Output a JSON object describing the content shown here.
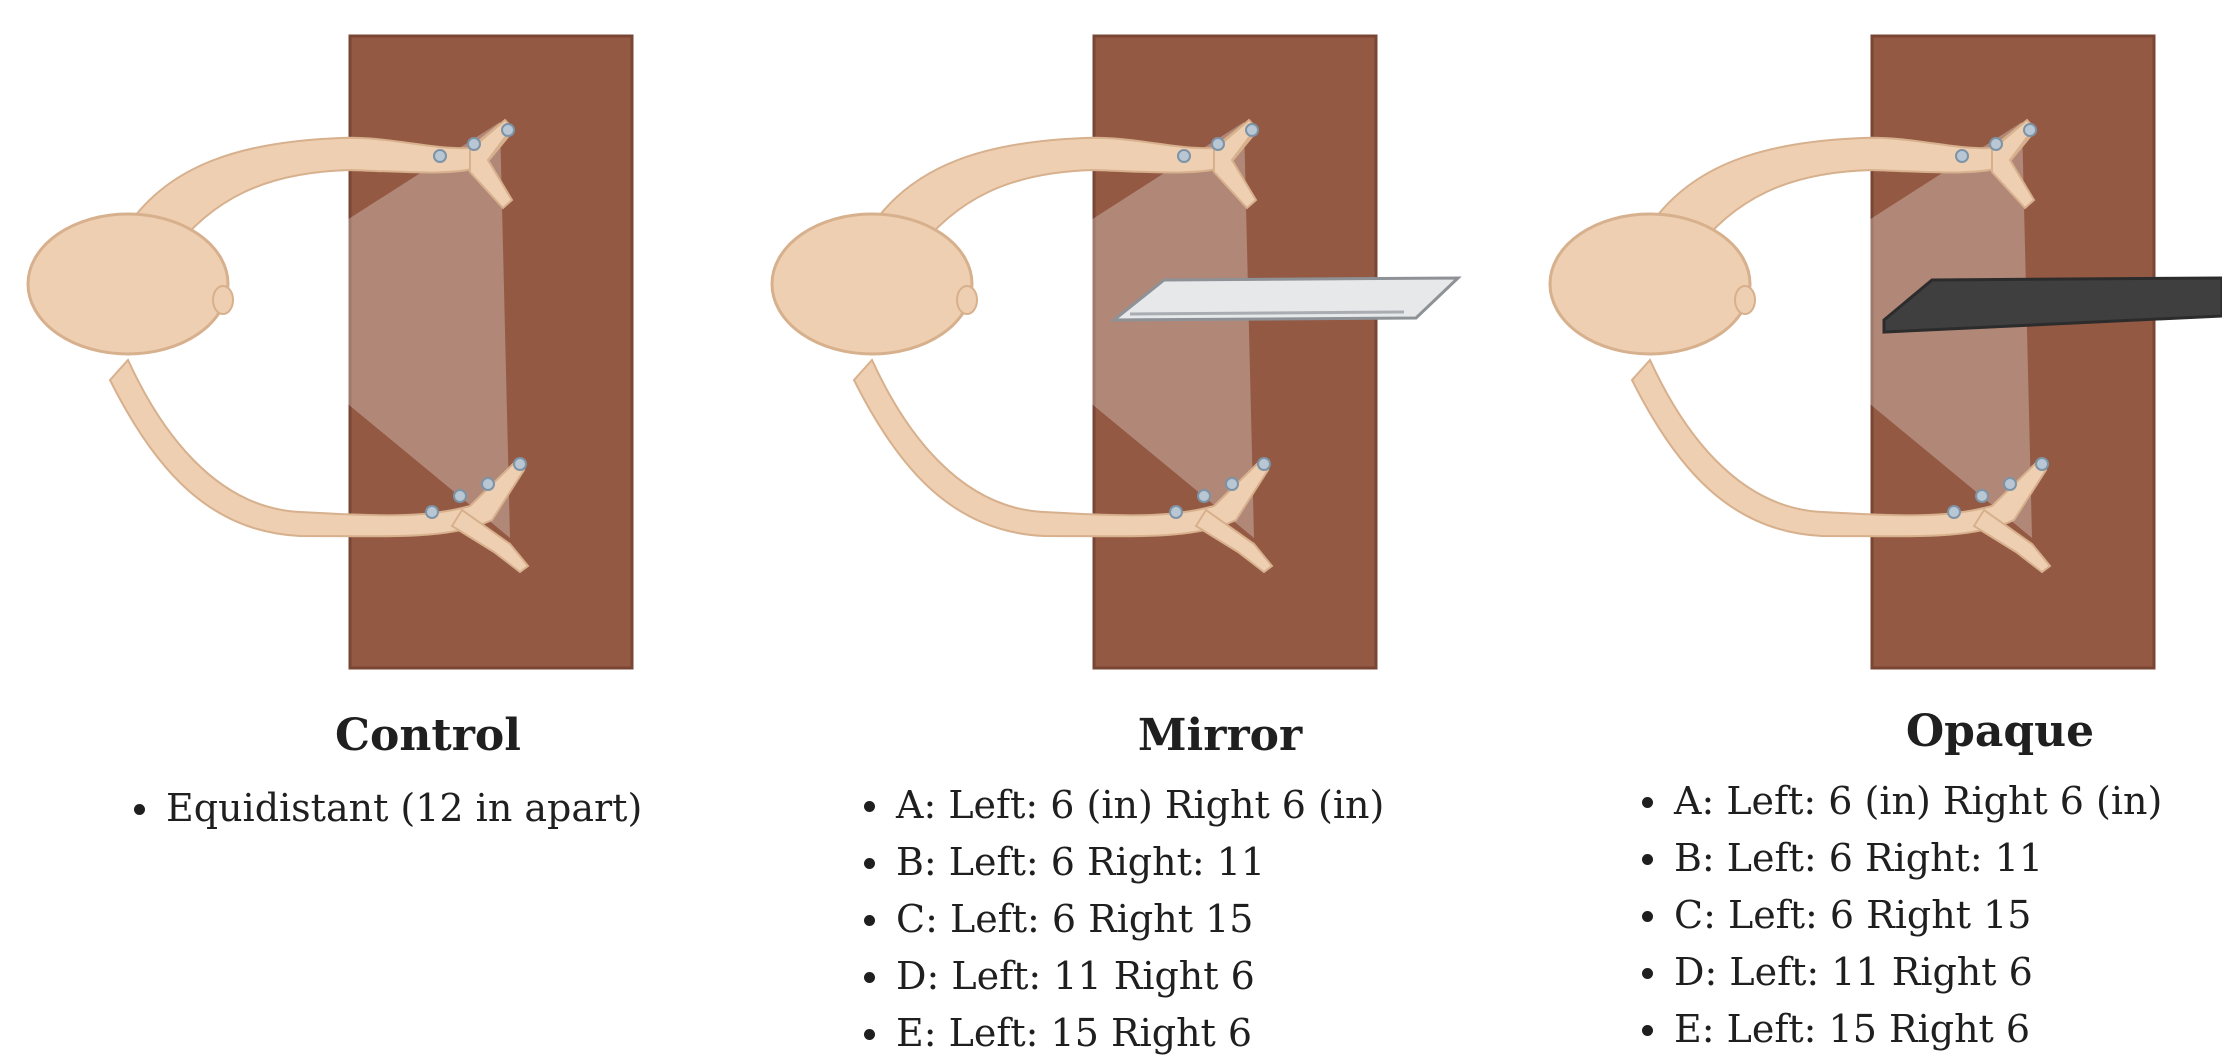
{
  "panels": [
    {
      "title": "Control",
      "barrier": "none",
      "items": [
        "Equidistant (12 in apart)"
      ]
    },
    {
      "title": "Mirror",
      "barrier": "mirror",
      "items": [
        "A: Left: 6 (in) Right 6 (in)",
        "B: Left: 6 Right: 11",
        "C: Left: 6 Right 15",
        "D: Left: 11 Right 6",
        "E: Left: 15 Right 6"
      ]
    },
    {
      "title": "Opaque",
      "barrier": "opaque",
      "items": [
        "A: Left: 6 (in) Right 6 (in)",
        "B: Left: 6 Right: 11",
        "C: Left: 6 Right 15",
        "D: Left: 11 Right 6",
        "E: Left: 15 Right 6"
      ]
    }
  ],
  "colors": {
    "table": "#935943",
    "skin": "#efcfb1",
    "skin_outline": "#d7b08d",
    "marker": "#b9c7d4",
    "mirror": "#e6e8ea",
    "opaque": "#3f3f3f",
    "text": "#1f1f1f"
  }
}
